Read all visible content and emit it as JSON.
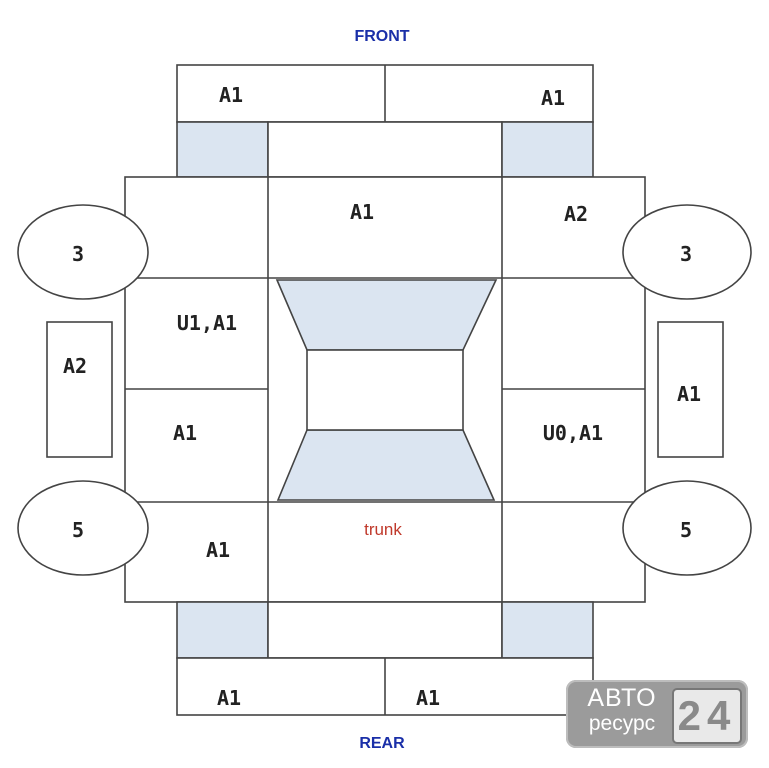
{
  "labels": {
    "front": "FRONT",
    "rear": "REAR",
    "trunk": "trunk"
  },
  "zones": {
    "front_top_left": "A1",
    "front_top_right": "A1",
    "front_center": "A1",
    "front_right": "A2",
    "mid_upper_left": "U1,A1",
    "mid_lower_left": "A1",
    "mid_lower_right": "U0,A1",
    "rear_left": "A1",
    "rear_bottom_left": "A1",
    "rear_bottom_right": "A1",
    "side_left": "A2",
    "side_right": "A1",
    "wheel_front_left": "3",
    "wheel_front_right": "3",
    "wheel_rear_left": "5",
    "wheel_rear_right": "5"
  },
  "watermark": {
    "word_top": "АВТО",
    "word_bottom": "ресурс",
    "number": "24"
  },
  "colors": {
    "shade": "#dbe5f1",
    "direction_text": "#1a2fa8",
    "trunk_text": "#c0392b"
  }
}
